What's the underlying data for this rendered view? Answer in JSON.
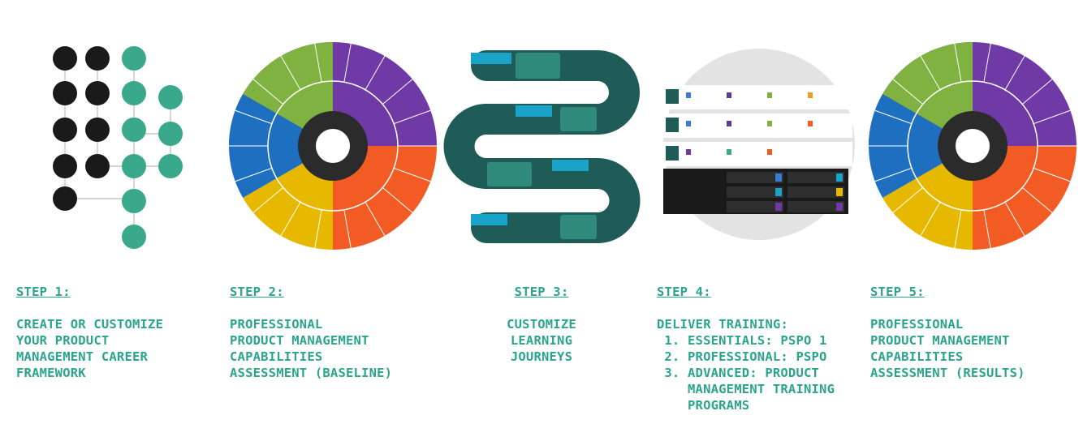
{
  "steps": [
    {
      "label": "STEP 1:",
      "lines": [
        "CREATE OR CUSTOMIZE",
        "YOUR PRODUCT",
        "MANAGEMENT CAREER",
        "FRAMEWORK"
      ]
    },
    {
      "label": "STEP 2:",
      "lines": [
        "PROFESSIONAL",
        "PRODUCT MANAGEMENT",
        "CAPABILITIES",
        "ASSESSMENT (BASELINE)"
      ]
    },
    {
      "label": "STEP 3:",
      "lines": [
        "CUSTOMIZE",
        "LEARNING",
        "JOURNEYS"
      ]
    },
    {
      "label": "STEP 4:",
      "lines": [
        "DELIVER TRAINING:"
      ],
      "list": [
        "ESSENTIALS: PSPO 1",
        "PROFESSIONAL: PSPO",
        "ADVANCED: PRODUCT MANAGEMENT TRAINING PROGRAMS"
      ]
    },
    {
      "label": "STEP 5:",
      "lines": [
        "PROFESSIONAL",
        "PRODUCT MANAGEMENT",
        "CAPABILITIES",
        "ASSESSMENT (RESULTS)"
      ]
    }
  ],
  "colors": {
    "accent": "#2aa58b",
    "teal": "#3aa88a",
    "dark": "#1a1a1a",
    "wheel_green": "#7fb241",
    "wheel_navy": "#3a3860",
    "wheel_purple": "#6f3aa6",
    "wheel_orange": "#f25c24",
    "wheel_yellow": "#e6b800",
    "wheel_blue": "#1f6fc1"
  }
}
